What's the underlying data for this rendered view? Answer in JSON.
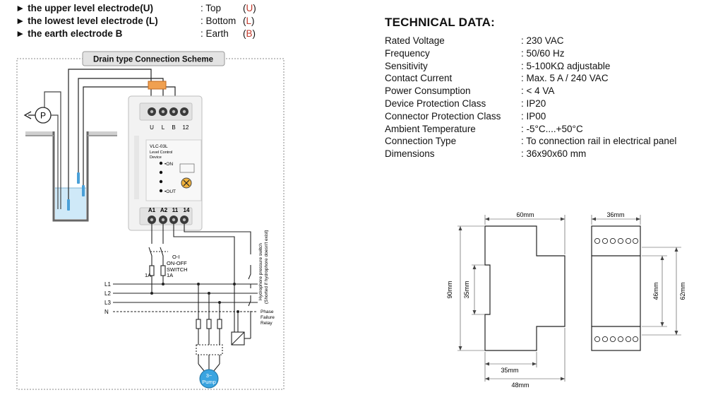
{
  "legend": [
    {
      "marker": "►",
      "desc": "the upper level electrode(U)",
      "pos": ": Top",
      "code": "U"
    },
    {
      "marker": "►",
      "desc": "the lowest level electrode (L)",
      "pos": ": Bottom",
      "code": "L"
    },
    {
      "marker": "►",
      "desc": "the earth electrode B",
      "pos": ": Earth",
      "code": "B"
    }
  ],
  "scheme": {
    "title": "Drain type Connection Scheme",
    "device_model": "VLC-03L",
    "device_name_1": "Level Control",
    "device_name_2": "Device",
    "top_terminals": [
      "U",
      "L",
      "B",
      "12"
    ],
    "bottom_terminals": [
      "A1",
      "A2",
      "11",
      "14"
    ],
    "led_on": "•ON",
    "led_out": "•OUT",
    "pump_symbol": "P",
    "switch_label": "O-I",
    "switch_label_2": "ON-OFF",
    "switch_label_3": "SWITCH",
    "fuse_label": "1A",
    "fuse_label_2": "1A",
    "lines": [
      "L1",
      "L2",
      "L3",
      "N"
    ],
    "hydrophore_label_1": "Hydrophore pressure switch",
    "hydrophore_label_2": "(Shorted if hydrophore doesn't exist)",
    "phase_relay": [
      "Phase",
      "Failure",
      "Relay"
    ],
    "pump_bottom": [
      "3~",
      "Pump"
    ]
  },
  "technical": {
    "title": "TECHNICAL DATA:",
    "rows": [
      {
        "label": "Rated Voltage",
        "value": ": 230 VAC"
      },
      {
        "label": "Frequency",
        "value": ": 50/60 Hz"
      },
      {
        "label": "Sensitivity",
        "value": ": 5-100KΩ  adjustable"
      },
      {
        "label": "Contact Current",
        "value": ": Max. 5 A / 240 VAC"
      },
      {
        "label": "Power Consumption",
        "value": ": < 4 VA"
      },
      {
        "label": "Device Protection Class",
        "value": ": IP20"
      },
      {
        "label": "Connector Protection Class",
        "value": ": IP00"
      },
      {
        "label": "Ambient Temperature",
        "value": ": -5°C....+50°C"
      },
      {
        "label": "Connection Type",
        "value": ": To connection rail in electrical panel"
      },
      {
        "label": "Dimensions",
        "value": ": 36x90x60 mm"
      }
    ]
  },
  "dims": {
    "side_width": "60mm",
    "front_width": "36mm",
    "height": "90mm",
    "rail": "35mm",
    "front_inner": "46mm",
    "front_height": "62mm",
    "bottom_inner": "35mm",
    "bottom_total": "48mm"
  }
}
